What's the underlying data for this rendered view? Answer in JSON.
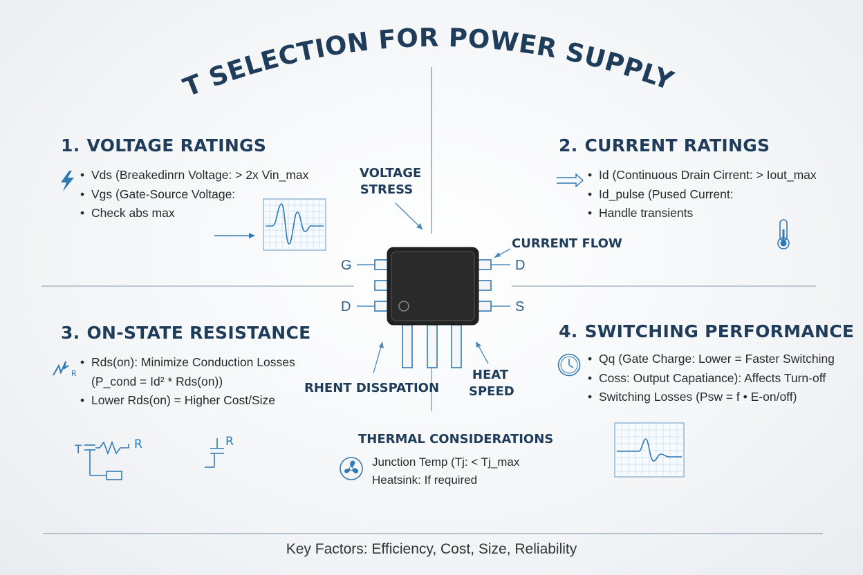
{
  "title": "MOSFET SELECTION FOR POWER SUPPLY DESIGN",
  "sections": {
    "voltage": {
      "number": "1.",
      "heading": "VOLTAGE RATINGS",
      "items": [
        "Vds (Breakedinrn Voltage: > 2x Vin_max",
        "Vgs (Gate-Source Voltage:",
        "Check abs max"
      ]
    },
    "current": {
      "number": "2.",
      "heading": "CURRENT RATINGS",
      "items": [
        "Id (Continuous Drain Cirrent: > Iout_max",
        "Id_pulse (Pused Current:",
        "Handle transients"
      ]
    },
    "resistance": {
      "number": "3.",
      "heading": "ON-STATE RESISTANCE",
      "item1": "Rds(on): Minimize Conduction Losses",
      "item1_cont": "(P_cond = Id² * Rds(on))",
      "item2": "Lower Rds(on) = Higher Cost/Size"
    },
    "switching": {
      "number": "4.",
      "heading": "SWITCHING PERFORMANCE",
      "items": [
        "Qq (Gate Charge: Lower = Faster Switching",
        "Coss: Output Capatiance): Affects Turn-off",
        "Switching Losses (Psw = f • E-on/off)"
      ]
    }
  },
  "center_labels": {
    "voltage_stress": "VOLTAGE\nSTRESS",
    "current_flow": "CURRENT FLOW",
    "heat_dissipation": "RHENT DISSPATION",
    "heat_speed": "HEAT\nSPEED"
  },
  "pins": {
    "top_left": "G",
    "bottom_left": "D",
    "top_right": "D",
    "bottom_right": "S"
  },
  "thermal": {
    "heading": "THERMAL CONSIDERATIONS",
    "items": [
      "Junction Temp (Tj: < Tj_max",
      "Heatsink: If required"
    ]
  },
  "schematic_labels": {
    "t": "T",
    "r1": "R",
    "r2": "R",
    "r_small": "R"
  },
  "footer": "Key Factors: Efficiency, Cost, Size, Reliability",
  "icons": [
    "lightning-icon",
    "arrow-icon",
    "thermometer-icon",
    "resistor-zigzag-icon",
    "clock-icon",
    "fan-icon",
    "waveform-chart-icon",
    "mosfet-chip-icon"
  ],
  "colors": {
    "heading": "#1f3c5a",
    "accent": "#2f79b5",
    "line": "#7f93a3",
    "chip": "#222222"
  }
}
